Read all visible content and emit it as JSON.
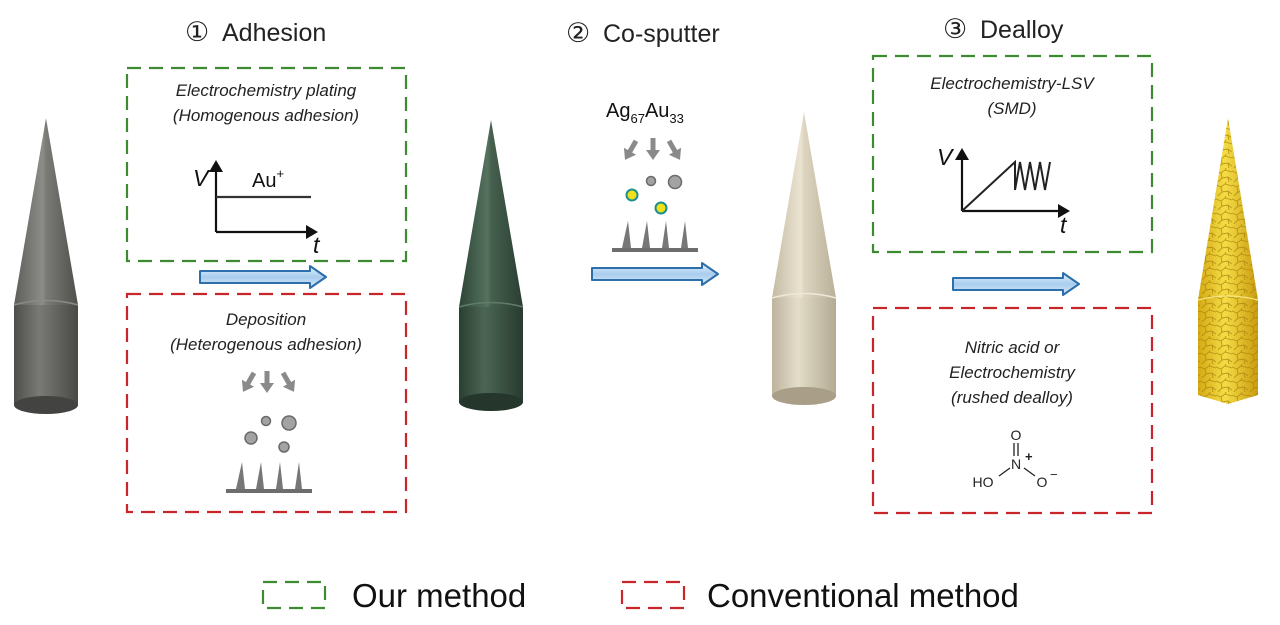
{
  "steps": [
    {
      "number": "①",
      "label": "Adhesion"
    },
    {
      "number": "②",
      "label": "Co-sputter"
    },
    {
      "number": "③",
      "label": "Dealloy"
    }
  ],
  "adhesion": {
    "our_box": {
      "line1": "Electrochemistry plating",
      "line2": "(Homogenous adhesion)",
      "axis_v": "V",
      "axis_t": "t",
      "ion_base": "Au",
      "ion_sup": "+"
    },
    "conventional_box": {
      "line1": "Deposition",
      "line2": "(Heterogenous adhesion)"
    }
  },
  "cosputter": {
    "alloy": [
      {
        "element": "Ag",
        "subscript": "67"
      },
      {
        "element": "Au",
        "subscript": "33"
      }
    ]
  },
  "dealloy": {
    "our_box": {
      "line1": "Electrochemistry-LSV",
      "line2": "(SMD)",
      "axis_v": "V",
      "axis_t": "t"
    },
    "conventional_box": {
      "line1": "Nitric acid or",
      "line2": "Electrochemistry",
      "line3": "(rushed dealloy)"
    },
    "molecule": {
      "O_top": "O",
      "N": "N",
      "N_charge": "+",
      "HO": "HO",
      "O_right": "O",
      "O_charge": "−"
    }
  },
  "legend": {
    "our_method": "Our method",
    "conventional_method": "Conventional method"
  },
  "colors": {
    "our_box": "#3d8a32",
    "conventional_box": "#c8262a",
    "arrow_fill": "#bcd9f2",
    "arrow_stroke": "#2d6fad",
    "needle_grey": "#6f6f6c",
    "needle_green": "#3b5444",
    "needle_beige": "#d6cdb6",
    "needle_gold": "#e6c52a",
    "particle_yellow": "#f2e11a",
    "particle_teal": "#1c8f8f"
  }
}
